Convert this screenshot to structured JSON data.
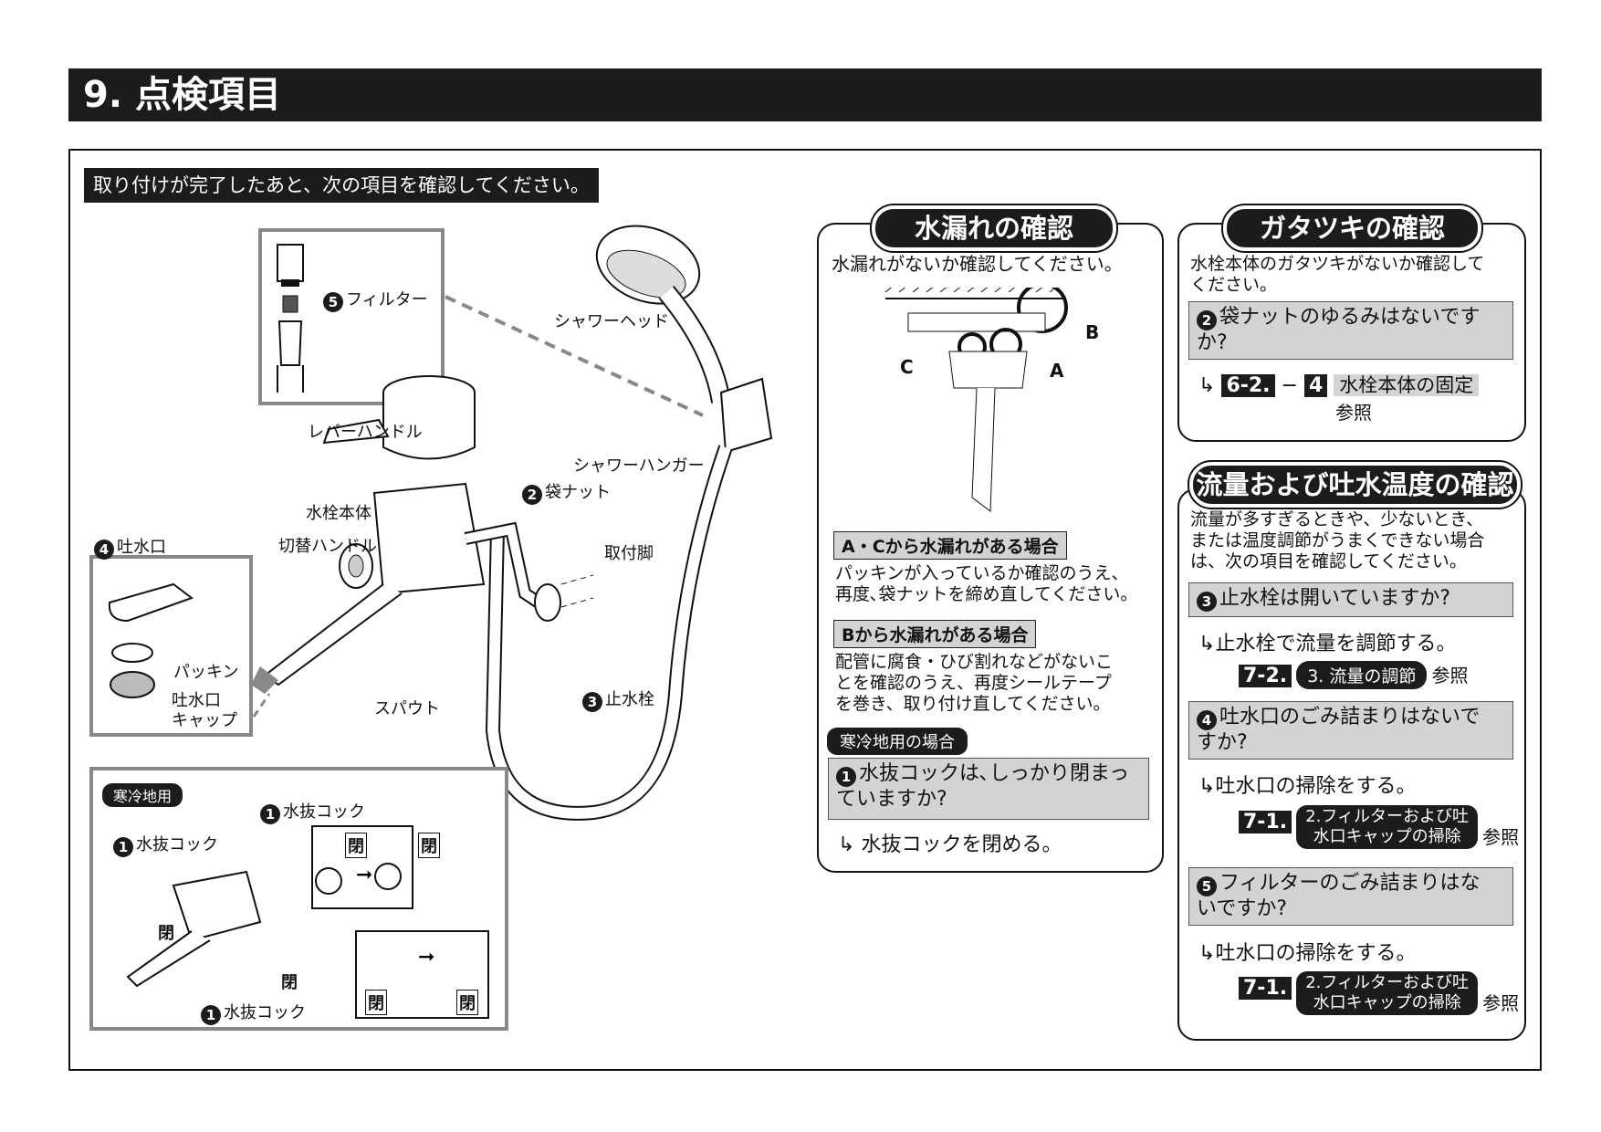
{
  "header": {
    "title": "9. 点検項目"
  },
  "intro": "取り付けが完了したあと、次の項目を確認してください。",
  "diagram": {
    "filter": "フィルター",
    "shower_head": "シャワーヘッド",
    "shower_hanger": "シャワーハンガー",
    "lever_handle": "レバーハンドル",
    "bag_nut": "袋ナット",
    "body": "水栓本体",
    "switch_handle": "切替ハンドル",
    "mount_leg": "取付脚",
    "spout": "スパウト",
    "stop_valve": "止水栓",
    "outlet": "吐水口",
    "packing": "パッキン",
    "outlet_cap": "吐水口\nキャップ",
    "num5": "5",
    "num2": "2",
    "num4": "4",
    "num3": "3",
    "num1": "1"
  },
  "cold": {
    "badge": "寒冷地用",
    "drain_cock": "水抜コック",
    "closed": "閉",
    "closed_label": "閉"
  },
  "leak": {
    "title": "水漏れの確認",
    "text": "水漏れがないか確認してください。",
    "label_a": "A",
    "label_b": "B",
    "label_c": "C",
    "ac_head": "A・Cから水漏れがある場合",
    "ac_text": "パッキンが入っているか確認のうえ、\n再度､袋ナットを締め直してください。",
    "b_head": "Bから水漏れがある場合",
    "b_text": "配管に腐食・ひび割れなどがないこ\nとを確認のうえ、再度シールテープ\nを巻き、取り付け直してください。",
    "cold_badge": "寒冷地用の場合",
    "q1": "水抜コックは､しっかり閉まっ\nていますか?",
    "a1": "水抜コックを閉める。",
    "n1": "1"
  },
  "rattle": {
    "title": "ガタツキの確認",
    "text": "水栓本体のガタツキがないか確認して\nください。",
    "q2": "袋ナットのゆるみはないです\nか?",
    "n2": "2",
    "ref_a": "6-2.",
    "dash": "−",
    "ref_num": "4",
    "ref_text": "水栓本体の固定",
    "sankou": "参照"
  },
  "flow": {
    "title": "流量および吐水温度の確認",
    "text": "流量が多すぎるときや、少ないとき、\nまたは温度調節がうまくできない場合\nは、次の項目を確認してください。",
    "q3": "止水栓は開いていますか?",
    "n3": "3",
    "a3": "止水栓で流量を調節する。",
    "ref3a": "7-2.",
    "ref3b": "3. 流量の調節",
    "q4": "吐水口のごみ詰まりはないで\nすか?",
    "n4": "4",
    "a4": "吐水口の掃除をする。",
    "ref4a": "7-1.",
    "ref4b": "2.フィルターおよび吐\n水口キャップの掃除",
    "q5": "フィルターのごみ詰まりはな\nいですか?",
    "n5": "5",
    "a5": "吐水口の掃除をする。",
    "ref5a": "7-1.",
    "ref5b": "2.フィルターおよび吐\n水口キャップの掃除",
    "sankou": "参照"
  }
}
